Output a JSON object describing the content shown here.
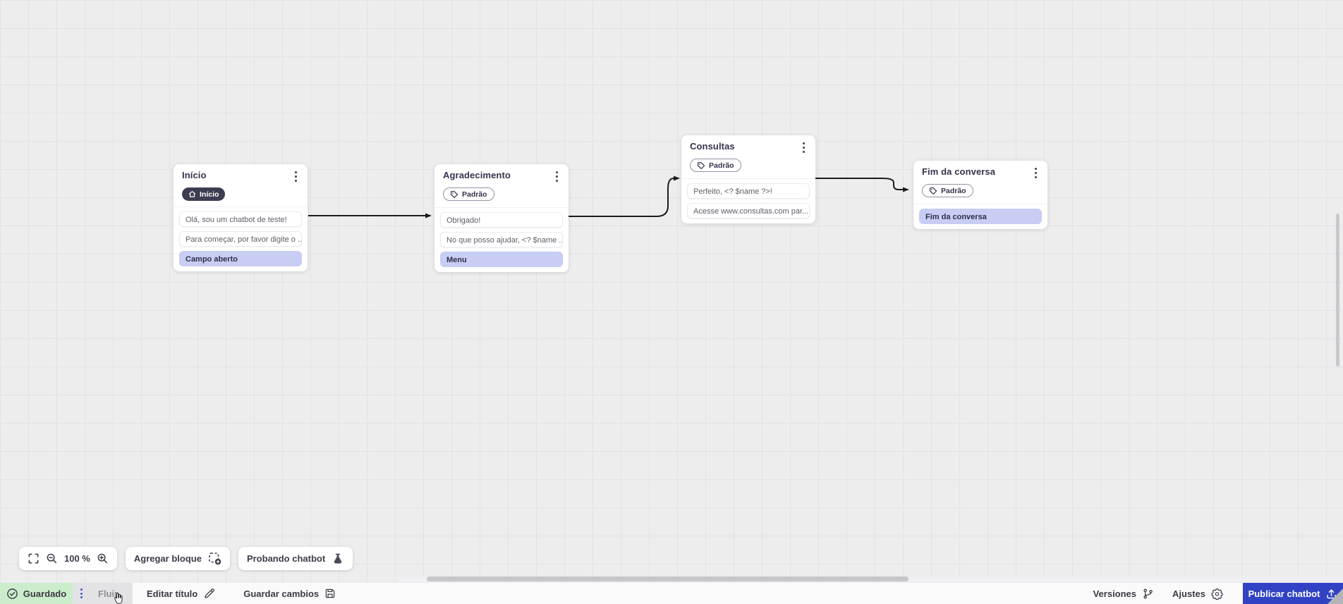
{
  "canvas": {
    "nodes": [
      {
        "title": "Início",
        "badge": "Início",
        "badge_icon": "home-icon",
        "messages": [
          "Olá, sou um chatbot de teste!",
          "Para começar, por favor digite o ..."
        ],
        "highlight": "Campo aberto"
      },
      {
        "title": "Agradecimento",
        "badge": "Padrão",
        "badge_icon": "tag-icon",
        "messages": [
          "Obrigado!",
          "No que posso ajudar, <? $name ..."
        ],
        "highlight": "Menu"
      },
      {
        "title": "Consultas",
        "badge": "Padrão",
        "badge_icon": "tag-icon",
        "messages": [
          "Perfeito, <? $name ?>!",
          "Acesse www.consultas.com par..."
        ],
        "highlight": null
      },
      {
        "title": "Fim da conversa",
        "badge": "Padrão",
        "badge_icon": "tag-icon",
        "messages": [],
        "highlight": "Fim da conversa"
      }
    ]
  },
  "toolbar": {
    "zoom_level": "100 %",
    "add_block_label": "Agregar bloque",
    "test_chatbot_label": "Probando chatbot"
  },
  "statusbar": {
    "saved_label": "Guardado",
    "flow_tab_label": "Fluir",
    "edit_title_label": "Editar título",
    "save_changes_label": "Guardar cambios",
    "versions_label": "Versiones",
    "settings_label": "Ajustes",
    "publish_label": "Publicar chatbot"
  },
  "colors": {
    "accent_blue": "#3142c5",
    "highlight_purple": "#c7cdf3",
    "saved_green": "#cbedcb",
    "badge_dark": "#3d3d52",
    "arrow_black": "#1c1c1e"
  }
}
